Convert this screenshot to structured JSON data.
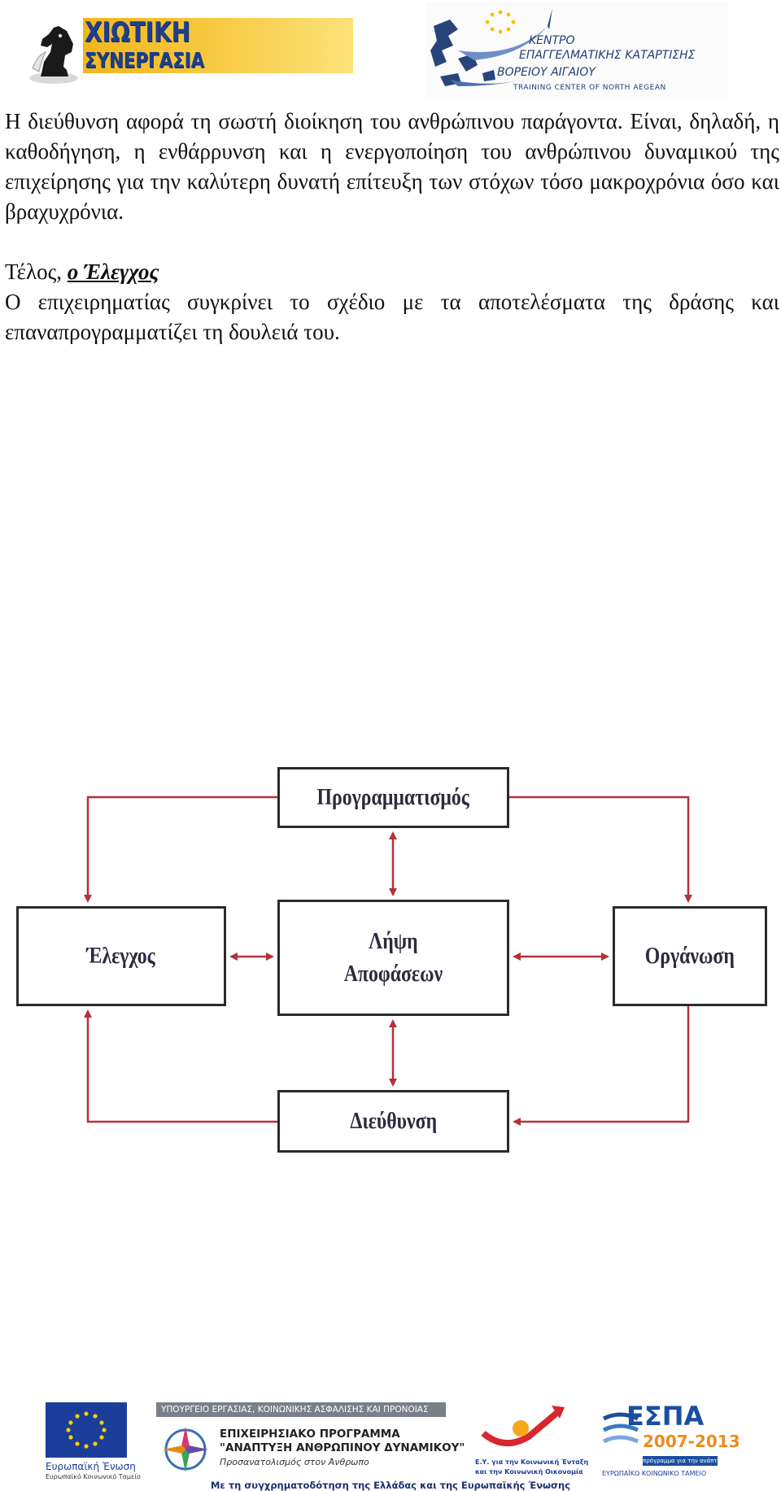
{
  "header": {
    "left_logo": {
      "line1": "ΧΙΩΤΙΚΗ",
      "line2": "ΣΥΝΕΡΓΑΣΙΑ",
      "icon": "chess-knight-icon"
    },
    "right_logo": {
      "line1": "ΚΕΝΤΡΟ",
      "line2": "ΕΠΑΓΓΕΛΜΑΤΙΚΗΣ ΚΑΤΑΡΤΙΣΗΣ",
      "line3": "ΒΟΡΕΙΟΥ ΑΙΓΑΙΟΥ",
      "line4": "TRAINING CENTER OF NORTH AEGEAN"
    }
  },
  "body": {
    "p1": "Η διεύθυνση αφορά τη σωστή διοίκηση του ανθρώπινου παράγοντα. Είναι, δηλαδή, η καθοδήγηση, η ενθάρρυνση και η ενεργοποίηση του ανθρώπινου δυναμικού της επιχείρησης για την καλύτερη δυνατή επίτευξη των στόχων τόσο μακροχρόνια όσο και βραχυχρόνια.",
    "p2_lead": "Τέλος,",
    "p2_subject": "ο Έλεγχος",
    "p3": "Ο επιχειρηματίας συγκρίνει το σχέδιο με τα αποτελέσματα της δράσης και επαναπρογραμματίζει τη δουλειά του."
  },
  "diagram": {
    "planning": "Προγραμματισμός",
    "control": "Έλεγχος",
    "decision_line1": "Λήψη",
    "decision_line2": "Αποφάσεων",
    "organization": "Οργάνωση",
    "direction": "Διεύθυνση",
    "arrow_color": "#b5313a"
  },
  "footer": {
    "eu_label": "Ευρωπαϊκή Ένωση",
    "eu_fund": "Ευρωπαϊκό Κοινωνικό Ταμείο",
    "ministry": "ΥΠΟΥΡΓΕΙΟ ΕΡΓΑΣΙΑΣ, ΚΟΙΝΩΝΙΚΗΣ ΑΣΦΑΛΙΣΗΣ ΚΑΙ ΠΡΟΝΟΙΑΣ",
    "op_line1": "ΕΠΙΧΕΙΡΗΣΙΑΚΟ ΠΡΟΓΡΑΜΜΑ",
    "op_line2": "\"ΑΝΑΠΤΥΞΗ ΑΝΘΡΩΠΙΝΟΥ ΔΥΝΑΜΙΚΟΥ\"",
    "op_line3": "Προσανατολισμός στον Άνθρωπο",
    "ey_line1": "Ε.Υ. για την Κοινωνική Ένταξη",
    "ey_line2": "και την Κοινωνική Οικονομία",
    "espa_title": "ΕΣΠΑ",
    "espa_years": "2007-2013",
    "espa_slogan": "πρόγραμμα για την ανάπτυξη",
    "espa_fund": "ΕΥΡΩΠΑΪΚΟ ΚΟΙΝΩΝΙΚΟ ΤΑΜΕΙΟ",
    "funding": "Με τη συγχρηματοδότηση της Ελλάδας και της Ευρωπαϊκής Ένωσης"
  }
}
